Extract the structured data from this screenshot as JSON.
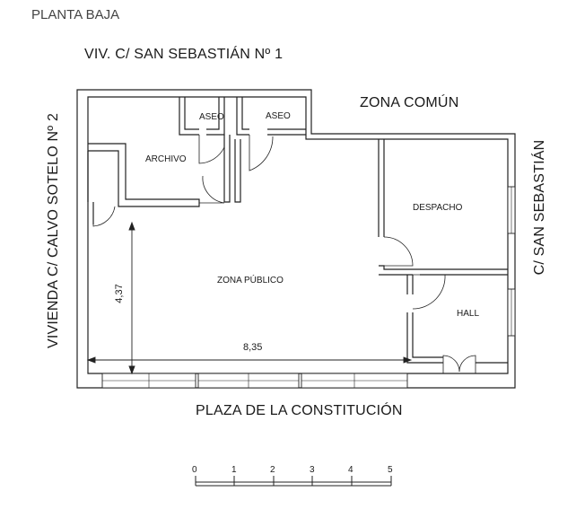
{
  "sheet": {
    "title": "PLANTA BAJA"
  },
  "neighbors": {
    "top": "VIV. C/ SAN SEBASTIÁN Nº 1",
    "top_right": "ZONA COMÚN",
    "left": "VIVIENDA C/ CALVO SOTELO Nº 2",
    "right": "C/ SAN SEBASTIÁN",
    "bottom": "PLAZA DE LA CONSTITUCIÓN"
  },
  "rooms": {
    "aseo_1": "ASEO",
    "aseo_2": "ASEO",
    "archivo": "ARCHIVO",
    "despacho": "DESPACHO",
    "zona_publico": "ZONA PÚBLICO",
    "hall": "HALL"
  },
  "dimensions": {
    "height": "4,37",
    "width": "8,35"
  },
  "scale_bar": {
    "ticks": [
      "0",
      "1",
      "2",
      "3",
      "4",
      "5"
    ]
  }
}
